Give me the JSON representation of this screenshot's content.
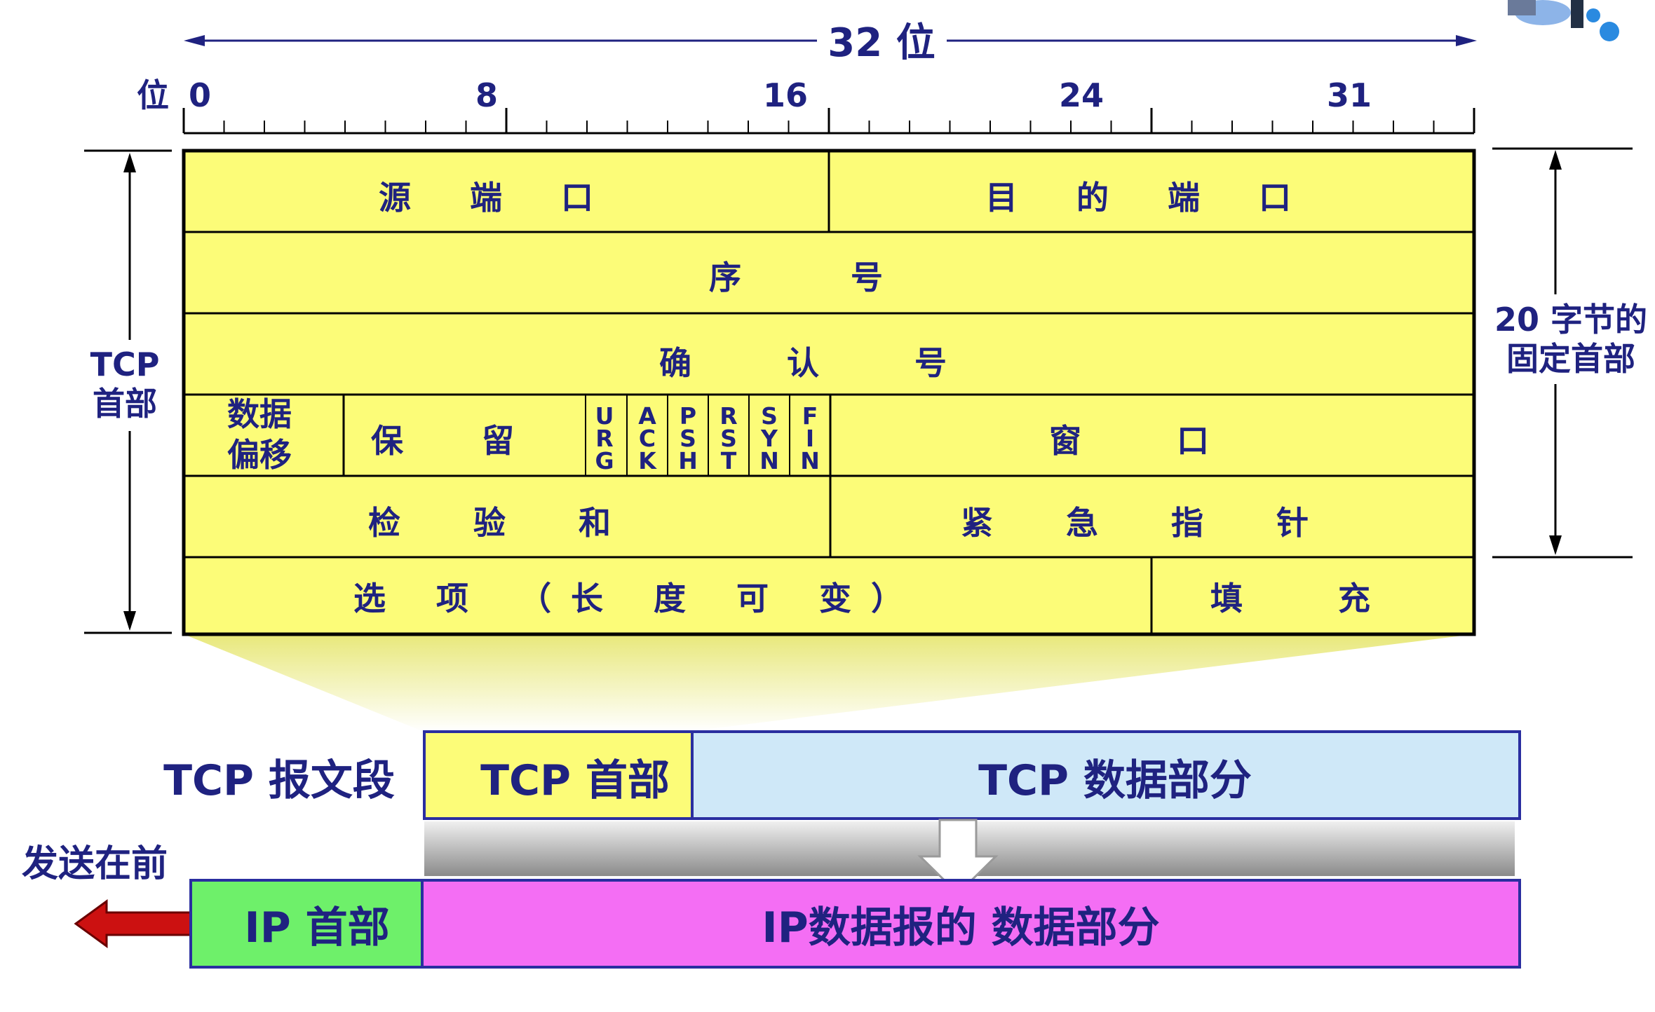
{
  "ruler": {
    "width_label": "32 位",
    "bit_unit": "位",
    "bit_marks": [
      "0",
      "8",
      "16",
      "24",
      "31"
    ]
  },
  "header_fields": {
    "src_port": "源 端 口",
    "dst_port": "目 的 端 口",
    "seq": "序 号",
    "ack": "确 认 号",
    "data_offset_line1": "数据",
    "data_offset_line2": "偏移",
    "reserved": "保 留",
    "flags": [
      {
        "letters": [
          "U",
          "R",
          "G"
        ]
      },
      {
        "letters": [
          "A",
          "C",
          "K"
        ]
      },
      {
        "letters": [
          "P",
          "S",
          "H"
        ]
      },
      {
        "letters": [
          "R",
          "S",
          "T"
        ]
      },
      {
        "letters": [
          "S",
          "Y",
          "N"
        ]
      },
      {
        "letters": [
          "F",
          "I",
          "N"
        ]
      }
    ],
    "window": "窗 口",
    "checksum": "检 验 和",
    "urgent": "紧 急 指 针",
    "options": "选 项 （长 度 可 变）",
    "padding": "填 充"
  },
  "left_brace": {
    "line1": "TCP",
    "line2": "首部"
  },
  "right_brace": {
    "line1": "20 字节的",
    "line2": "固定首部"
  },
  "segment": {
    "label": "TCP 报文段",
    "header": "TCP 首部",
    "data": "TCP 数据部分"
  },
  "datagram": {
    "send_first": "发送在前",
    "ip_header": "IP 首部",
    "ip_data": "IP数据报的 数据部分"
  },
  "colors": {
    "field_fill": "#fcfc78",
    "tcp_data_fill": "#cfe8f8",
    "ip_header_fill": "#6ef06a",
    "ip_data_fill": "#f46ef4",
    "arrow_red": "#cc1111",
    "navy": "#1f2280"
  }
}
